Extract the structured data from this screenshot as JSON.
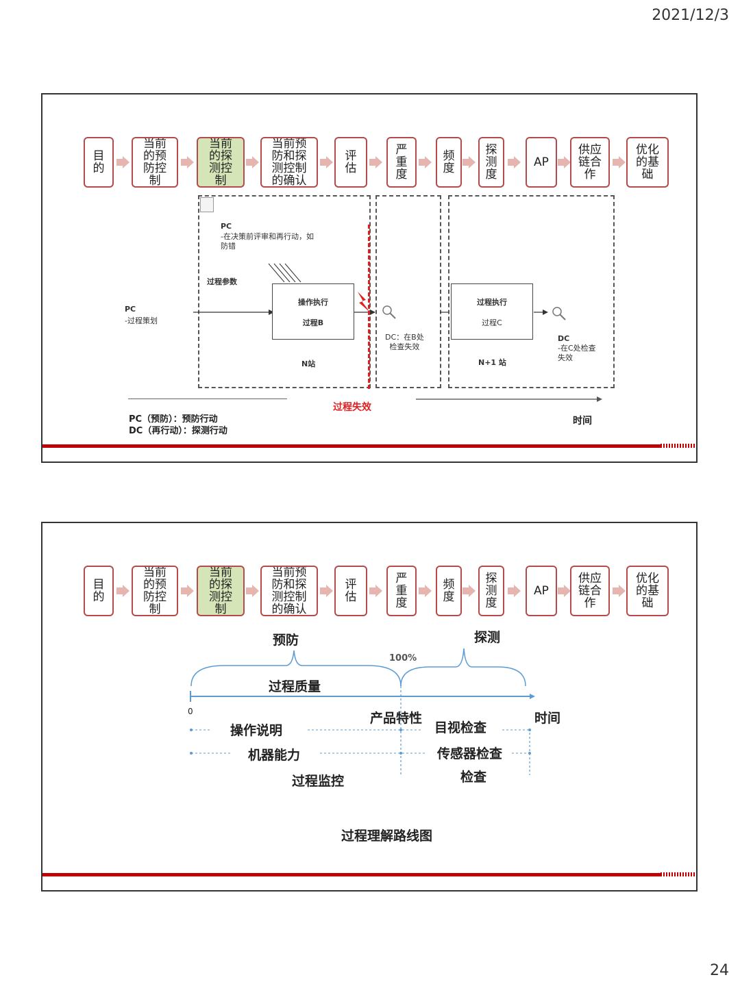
{
  "header": {
    "date": "2021/12/3"
  },
  "footer": {
    "page_number": "24"
  },
  "flow_steps": [
    {
      "label": "目\n的",
      "highlight": false
    },
    {
      "label": "当前\n的预\n防控\n制",
      "highlight": false
    },
    {
      "label": "当前\n的探\n测控\n制",
      "highlight": true
    },
    {
      "label": "当前预\n防和探\n测控制\n的确认",
      "highlight": false
    },
    {
      "label": "评\n估",
      "highlight": false
    },
    {
      "label": "严\n重\n度",
      "highlight": false
    },
    {
      "label": "频\n度",
      "highlight": false
    },
    {
      "label": "探\n测\n度",
      "highlight": false
    },
    {
      "label": "AP",
      "highlight": false
    },
    {
      "label": "供应\n链合\n作",
      "highlight": false
    },
    {
      "label": "优化\n的基\n础",
      "highlight": false
    }
  ],
  "slide1": {
    "pc_title": "PC",
    "pc_desc": "-在决策前评审和再行动，如\n防错",
    "process_params": "过程参数",
    "pc_left_title": "PC",
    "pc_left_desc": "-过程策划",
    "box_b_line1": "操作执行",
    "box_b_line2": "过程B",
    "station_n": "N站",
    "dc_b": "DC：在B处\n检查失效",
    "box_c_line1": "过程执行",
    "box_c_line2": "过程C",
    "station_n1": "N+1 站",
    "dc_c_title": "DC",
    "dc_c_desc": "-在C处检查\n失效",
    "process_failure": "过程失效",
    "time": "时间",
    "legend_pc": "PC（预防）：预防行动",
    "legend_dc": "DC（再行动）：探测行动",
    "colors": {
      "failure": "#e02020",
      "accent_bar": "#c00000"
    }
  },
  "slide2": {
    "prevention": "预防",
    "detection": "探测",
    "hundred_percent": "100%",
    "process_quality": "过程质量",
    "zero": "0",
    "product_characteristics": "产品特性",
    "time": "时间",
    "left_items": [
      "操作说明",
      "机器能力",
      "过程监控"
    ],
    "right_items": [
      "目视检查",
      "传感器检查",
      "检查"
    ],
    "caption": "过程理解路线图",
    "colors": {
      "axis": "#5b9bd5"
    }
  }
}
